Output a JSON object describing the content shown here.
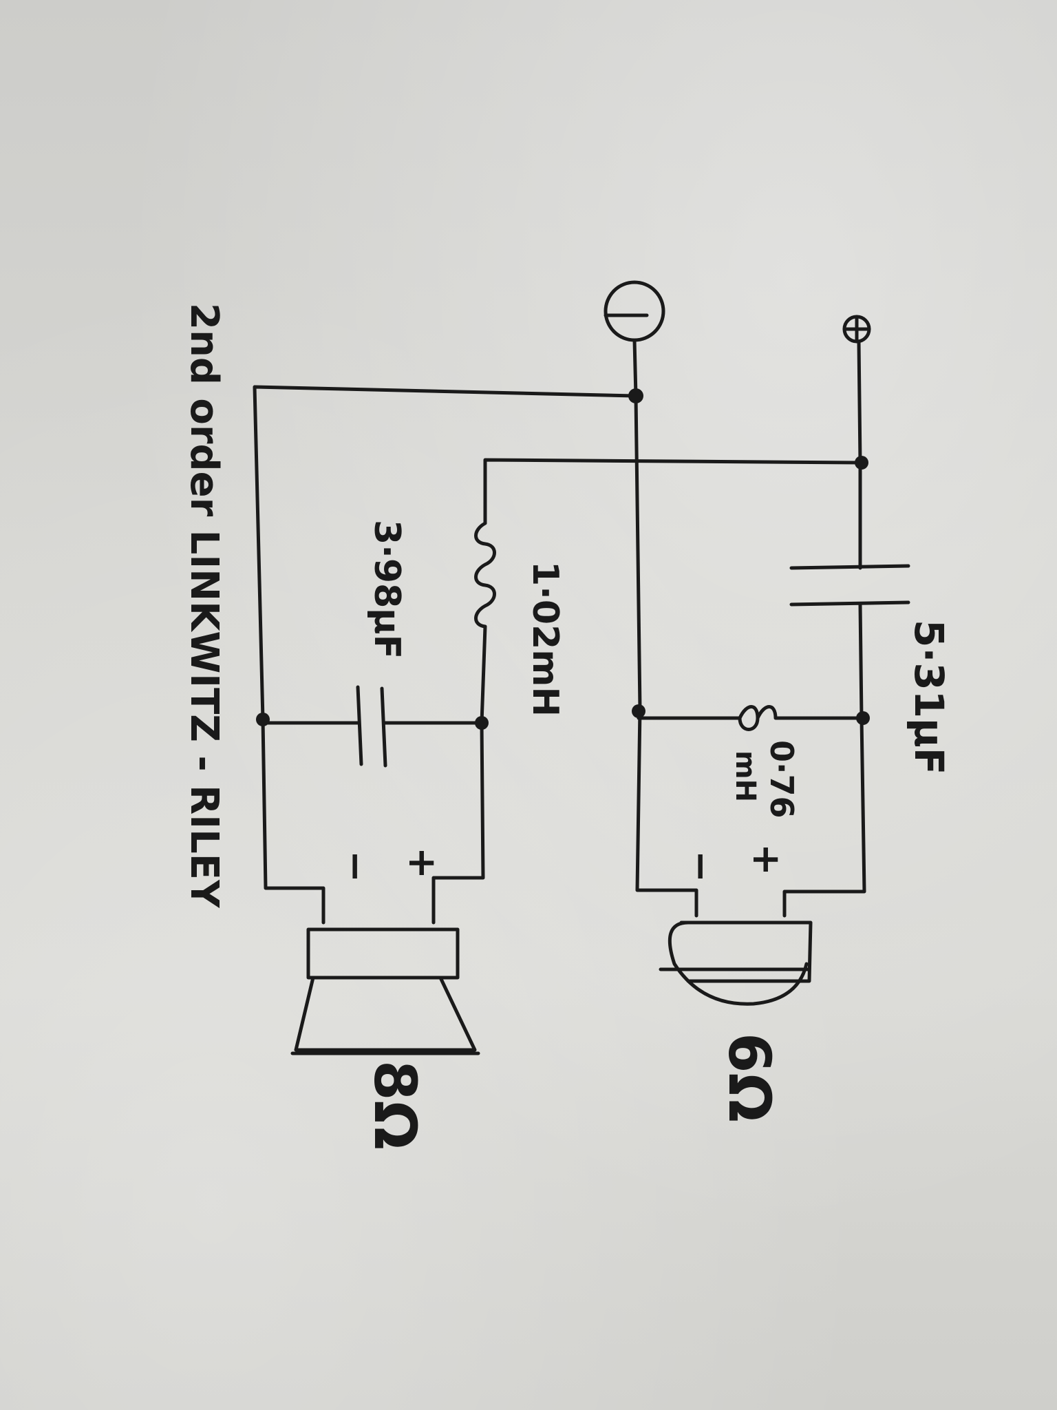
{
  "diagram": {
    "terminals": {
      "positive": "+",
      "negative": "−"
    },
    "tweeter_branch": {
      "series_capacitor": "5·31μF",
      "shunt_inductor_value": "0·76",
      "shunt_inductor_unit": "mH",
      "driver_polarity_plus": "+",
      "driver_polarity_minus": "−",
      "driver_impedance": "6Ω"
    },
    "woofer_branch": {
      "series_inductor": "1·02mH",
      "shunt_capacitor": "3·98μF",
      "driver_polarity_plus": "+",
      "driver_polarity_minus": "−",
      "driver_impedance": "8Ω"
    },
    "caption": "2nd order LINKWITZ - RILEY"
  }
}
